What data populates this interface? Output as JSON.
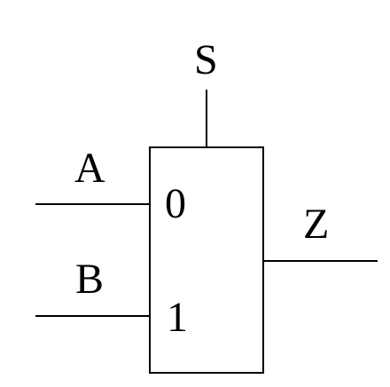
{
  "signals": {
    "select": "S",
    "input_a": "A",
    "input_b": "B",
    "output": "Z"
  },
  "ports": {
    "in0": "0",
    "in1": "1"
  },
  "colors": {
    "stroke": "#000000",
    "background": "#ffffff"
  }
}
